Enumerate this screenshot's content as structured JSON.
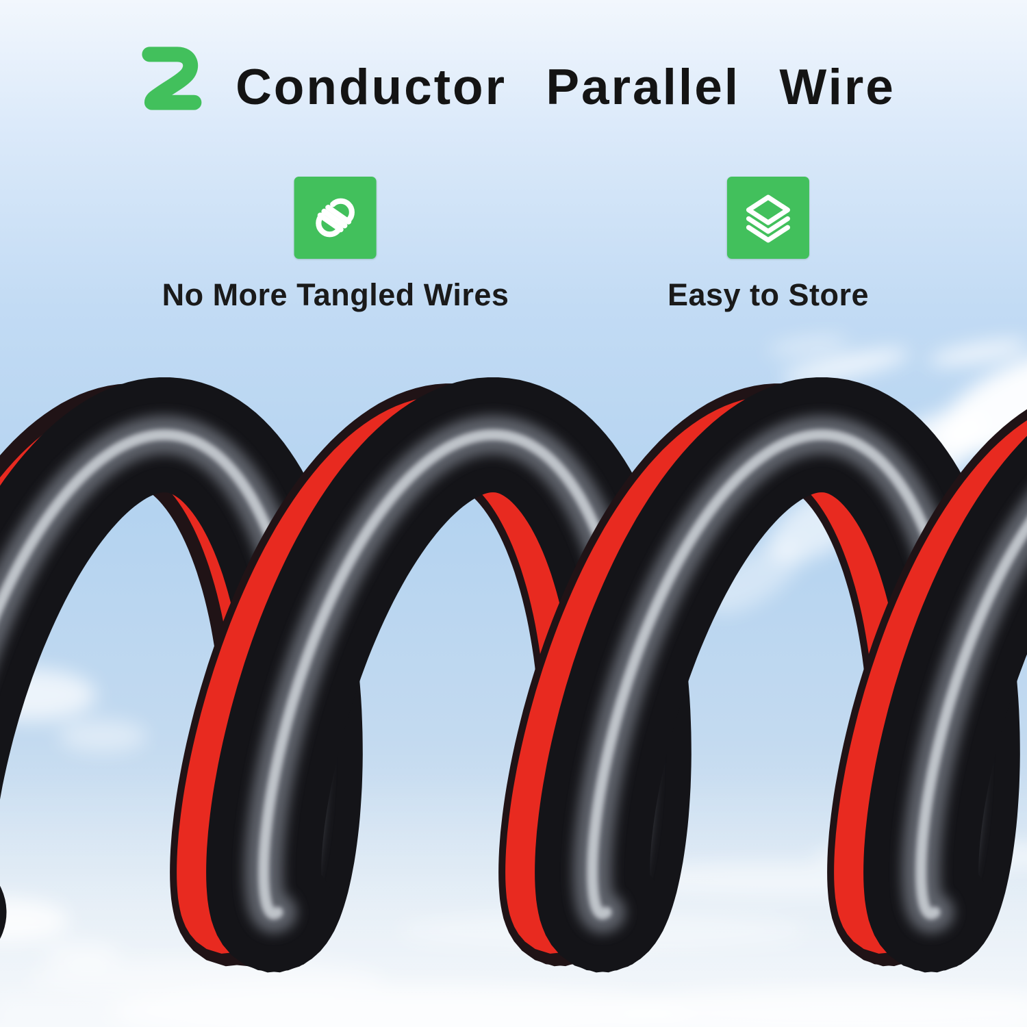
{
  "title": {
    "number": "2",
    "text": "Conductor Parallel Wire"
  },
  "features": [
    {
      "icon": "rope-coil-icon",
      "label": "No More Tangled Wires"
    },
    {
      "icon": "layers-icon",
      "label": "Easy to Store"
    }
  ],
  "colors": {
    "accent_green": "#42c05c",
    "wire_red": "#e82a20",
    "wire_red_dark": "#201316",
    "wire_black": "#141418",
    "wire_sheen_soft": "#666b73",
    "wire_sheen_bright": "#c7ccd2",
    "title_text": "#141414",
    "label_text": "#1a1a1a"
  }
}
